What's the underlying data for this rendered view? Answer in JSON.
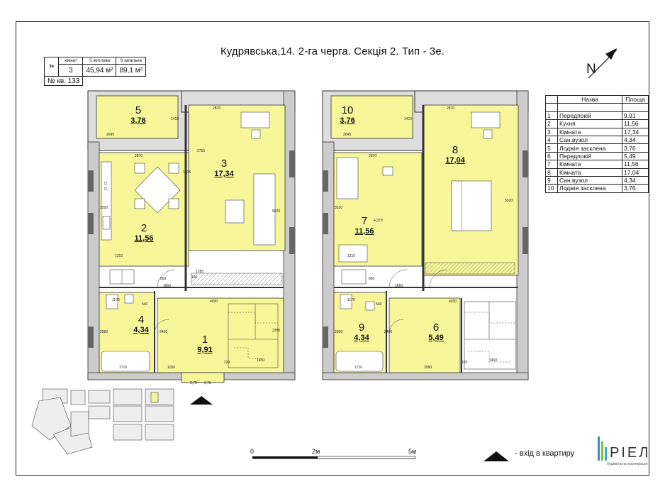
{
  "title": "Кудрявська,14. 2-га черга. Секція 2. Тип - 3е.",
  "north_label": "N",
  "info_box": {
    "type_label": "3е",
    "rooms_header": "кімнат",
    "living_header": "S житлова",
    "total_header": "S загальна",
    "rooms_value": "3",
    "living_value": "45,94 м²",
    "total_value": "89,1 м²",
    "apartment_no": "№ кв. 133"
  },
  "room_table": {
    "header_name": "Назва",
    "header_area": "Площа",
    "rows": [
      {
        "n": "1",
        "name": "Передпокій",
        "area": "9,91"
      },
      {
        "n": "2",
        "name": "Кухня",
        "area": "11,56"
      },
      {
        "n": "3",
        "name": "Кімната",
        "area": "17,34"
      },
      {
        "n": "4",
        "name": "Сан.вузол",
        "area": "4,34"
      },
      {
        "n": "5",
        "name": "Лоджія засклена",
        "area": "3,76"
      },
      {
        "n": "6",
        "name": "Передпокій",
        "area": "5,49"
      },
      {
        "n": "7",
        "name": "Кімната",
        "area": "11,56"
      },
      {
        "n": "8",
        "name": "Кімната",
        "area": "17,04"
      },
      {
        "n": "9",
        "name": "Сан.вузол",
        "area": "4,34"
      },
      {
        "n": "10",
        "name": "Лоджія засклена",
        "area": "3,76"
      }
    ]
  },
  "room_labels": [
    {
      "num": "5",
      "area": "3,76"
    },
    {
      "num": "3",
      "area": "17,34"
    },
    {
      "num": "2",
      "area": "11,56"
    },
    {
      "num": "4",
      "area": "4,34"
    },
    {
      "num": "1",
      "area": "9,91"
    },
    {
      "num": "10",
      "area": "3,76"
    },
    {
      "num": "8",
      "area": "17,04"
    },
    {
      "num": "7",
      "area": "11,56"
    },
    {
      "num": "9",
      "area": "4,34"
    },
    {
      "num": "6",
      "area": "5,49"
    }
  ],
  "dimensions": [
    "2870",
    "2645",
    "1410",
    "2870",
    "5920",
    "3520",
    "1210",
    "1660",
    "850",
    "1170",
    "540",
    "2450",
    "2580",
    "1710",
    "1030",
    "9,70",
    "220",
    "1450",
    "2280",
    "4030",
    "3520",
    "1210",
    "4,370",
    "1660",
    "850",
    "1170",
    "540",
    "2450",
    "2580",
    "1710",
    "2580",
    "220",
    "1450",
    "4030",
    "2870",
    "2645",
    "1410",
    "2870",
    "5920",
    "9,70",
    "2755",
    "1205",
    "1785",
    "160"
  ],
  "scale": {
    "start": "0",
    "mid": "2м",
    "end": "5м"
  },
  "entry_label": "- вхід в квартиру",
  "logo": {
    "name": "PIEЛ",
    "subtitle": "будівельна корпорація"
  },
  "colors": {
    "room_fill": "#f7f79a",
    "wall": "#9a9a9a",
    "line": "#222222"
  }
}
